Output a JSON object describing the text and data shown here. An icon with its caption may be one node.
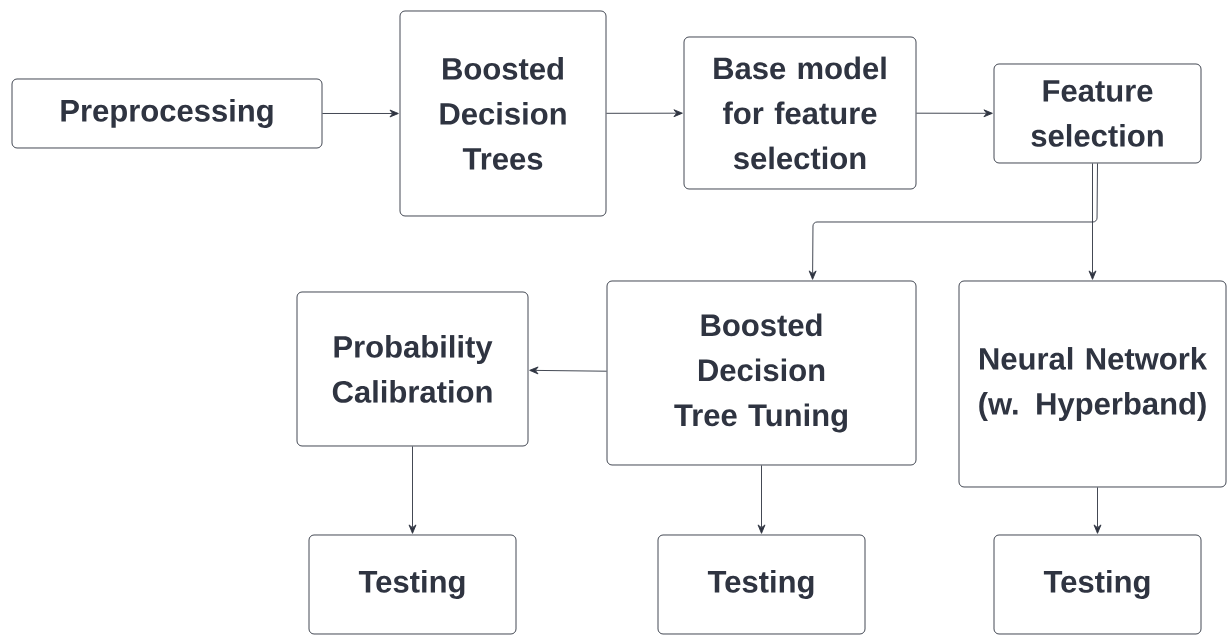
{
  "diagram": {
    "nodes": [
      {
        "text": [
          "Preprocessing"
        ]
      },
      {
        "text": [
          "Boosted Decision Trees"
        ]
      },
      {
        "text": [
          "Base model for feature selection"
        ]
      },
      {
        "text": [
          "Feature selection"
        ]
      },
      {
        "text": [
          "Boosted Decision Tree Tuning"
        ]
      },
      {
        "text": [
          "Neural Network (w. Hyperband)"
        ]
      },
      {
        "text": [
          "Probability Calibration"
        ]
      },
      {
        "text": [
          "Testing"
        ]
      },
      {
        "text": [
          "Testing"
        ]
      },
      {
        "text": [
          "Testing"
        ]
      }
    ],
    "edges": [
      {
        "from": 0,
        "to": 1,
        "arrow": "to"
      },
      {
        "from": 1,
        "to": 2,
        "arrow": "to"
      },
      {
        "from": 2,
        "to": 3,
        "arrow": "to"
      },
      {
        "from": 3,
        "to": 4,
        "arrow": "to"
      },
      {
        "from": 3,
        "to": 5,
        "arrow": "to"
      },
      {
        "from": 4,
        "to": 6,
        "arrow": "to"
      },
      {
        "from": 6,
        "to": 7,
        "arrow": "to"
      },
      {
        "from": 4,
        "to": 8,
        "arrow": "to"
      },
      {
        "from": 5,
        "to": 9,
        "arrow": "to"
      }
    ]
  }
}
